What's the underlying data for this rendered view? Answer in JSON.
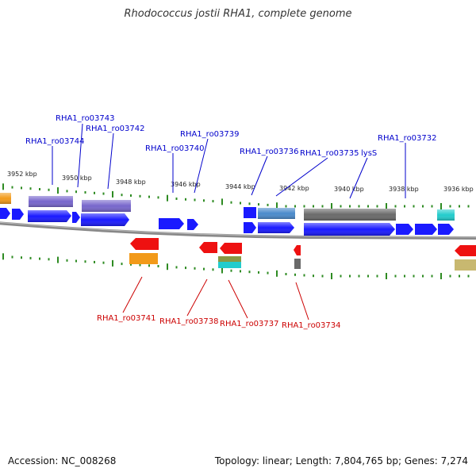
{
  "title": "Rhodococcus jostii RHA1, complete genome",
  "footer": {
    "accession": "Accession: NC_008268",
    "stats": "Topology: linear; Length: 7,804,765 bp; Genes: 7,274"
  },
  "colors": {
    "forward_label": "#0000cc",
    "reverse_label": "#cc0000",
    "tick": "#2e8b22",
    "backbone": "#888888",
    "cds_blue": "#1a1aff",
    "rna_purple": "#7766cc",
    "steel": "#4a8acb",
    "gray": "#6a6a6a",
    "cyan": "#22cccc",
    "red": "#ee1111",
    "orange": "#f29a1a",
    "olive": "#889944",
    "khaki": "#c8b870"
  },
  "scale_labels": [
    "3952 kbp",
    "3950 kbp",
    "3948 kbp",
    "3946 kbp",
    "3944 kbp",
    "3942 kbp",
    "3940 kbp",
    "3938 kbp",
    "3936 kbp"
  ],
  "forward_labels": [
    "RHA1_ro03743",
    "RHA1_ro03742",
    "RHA1_ro03744",
    "RHA1_ro03739",
    "RHA1_ro03740",
    "RHA1_ro03736",
    "RHA1_ro03735",
    "lysS",
    "RHA1_ro03732"
  ],
  "reverse_labels": [
    "RHA1_ro03741",
    "RHA1_ro03738",
    "RHA1_ro03737",
    "RHA1_ro03734"
  ]
}
